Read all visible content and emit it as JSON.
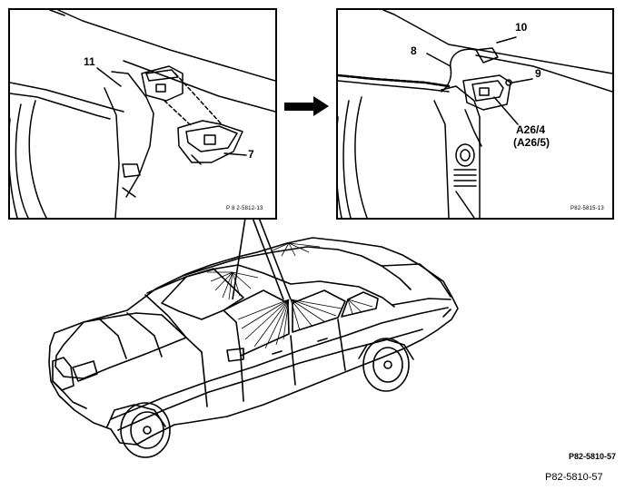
{
  "left_panel": {
    "callouts": {
      "c11": "11",
      "c7": "7"
    },
    "ref": "P 8 2-5812-13"
  },
  "right_panel": {
    "callouts": {
      "c10": "10",
      "c8": "8",
      "c9": "9",
      "c_a26_4": "A26/4",
      "c_a26_5": "(A26/5)"
    },
    "ref": "P82-5815-13"
  },
  "figure_ref_inner": "P82-5810-57",
  "figure_ref_outer": "P82-5810-57"
}
